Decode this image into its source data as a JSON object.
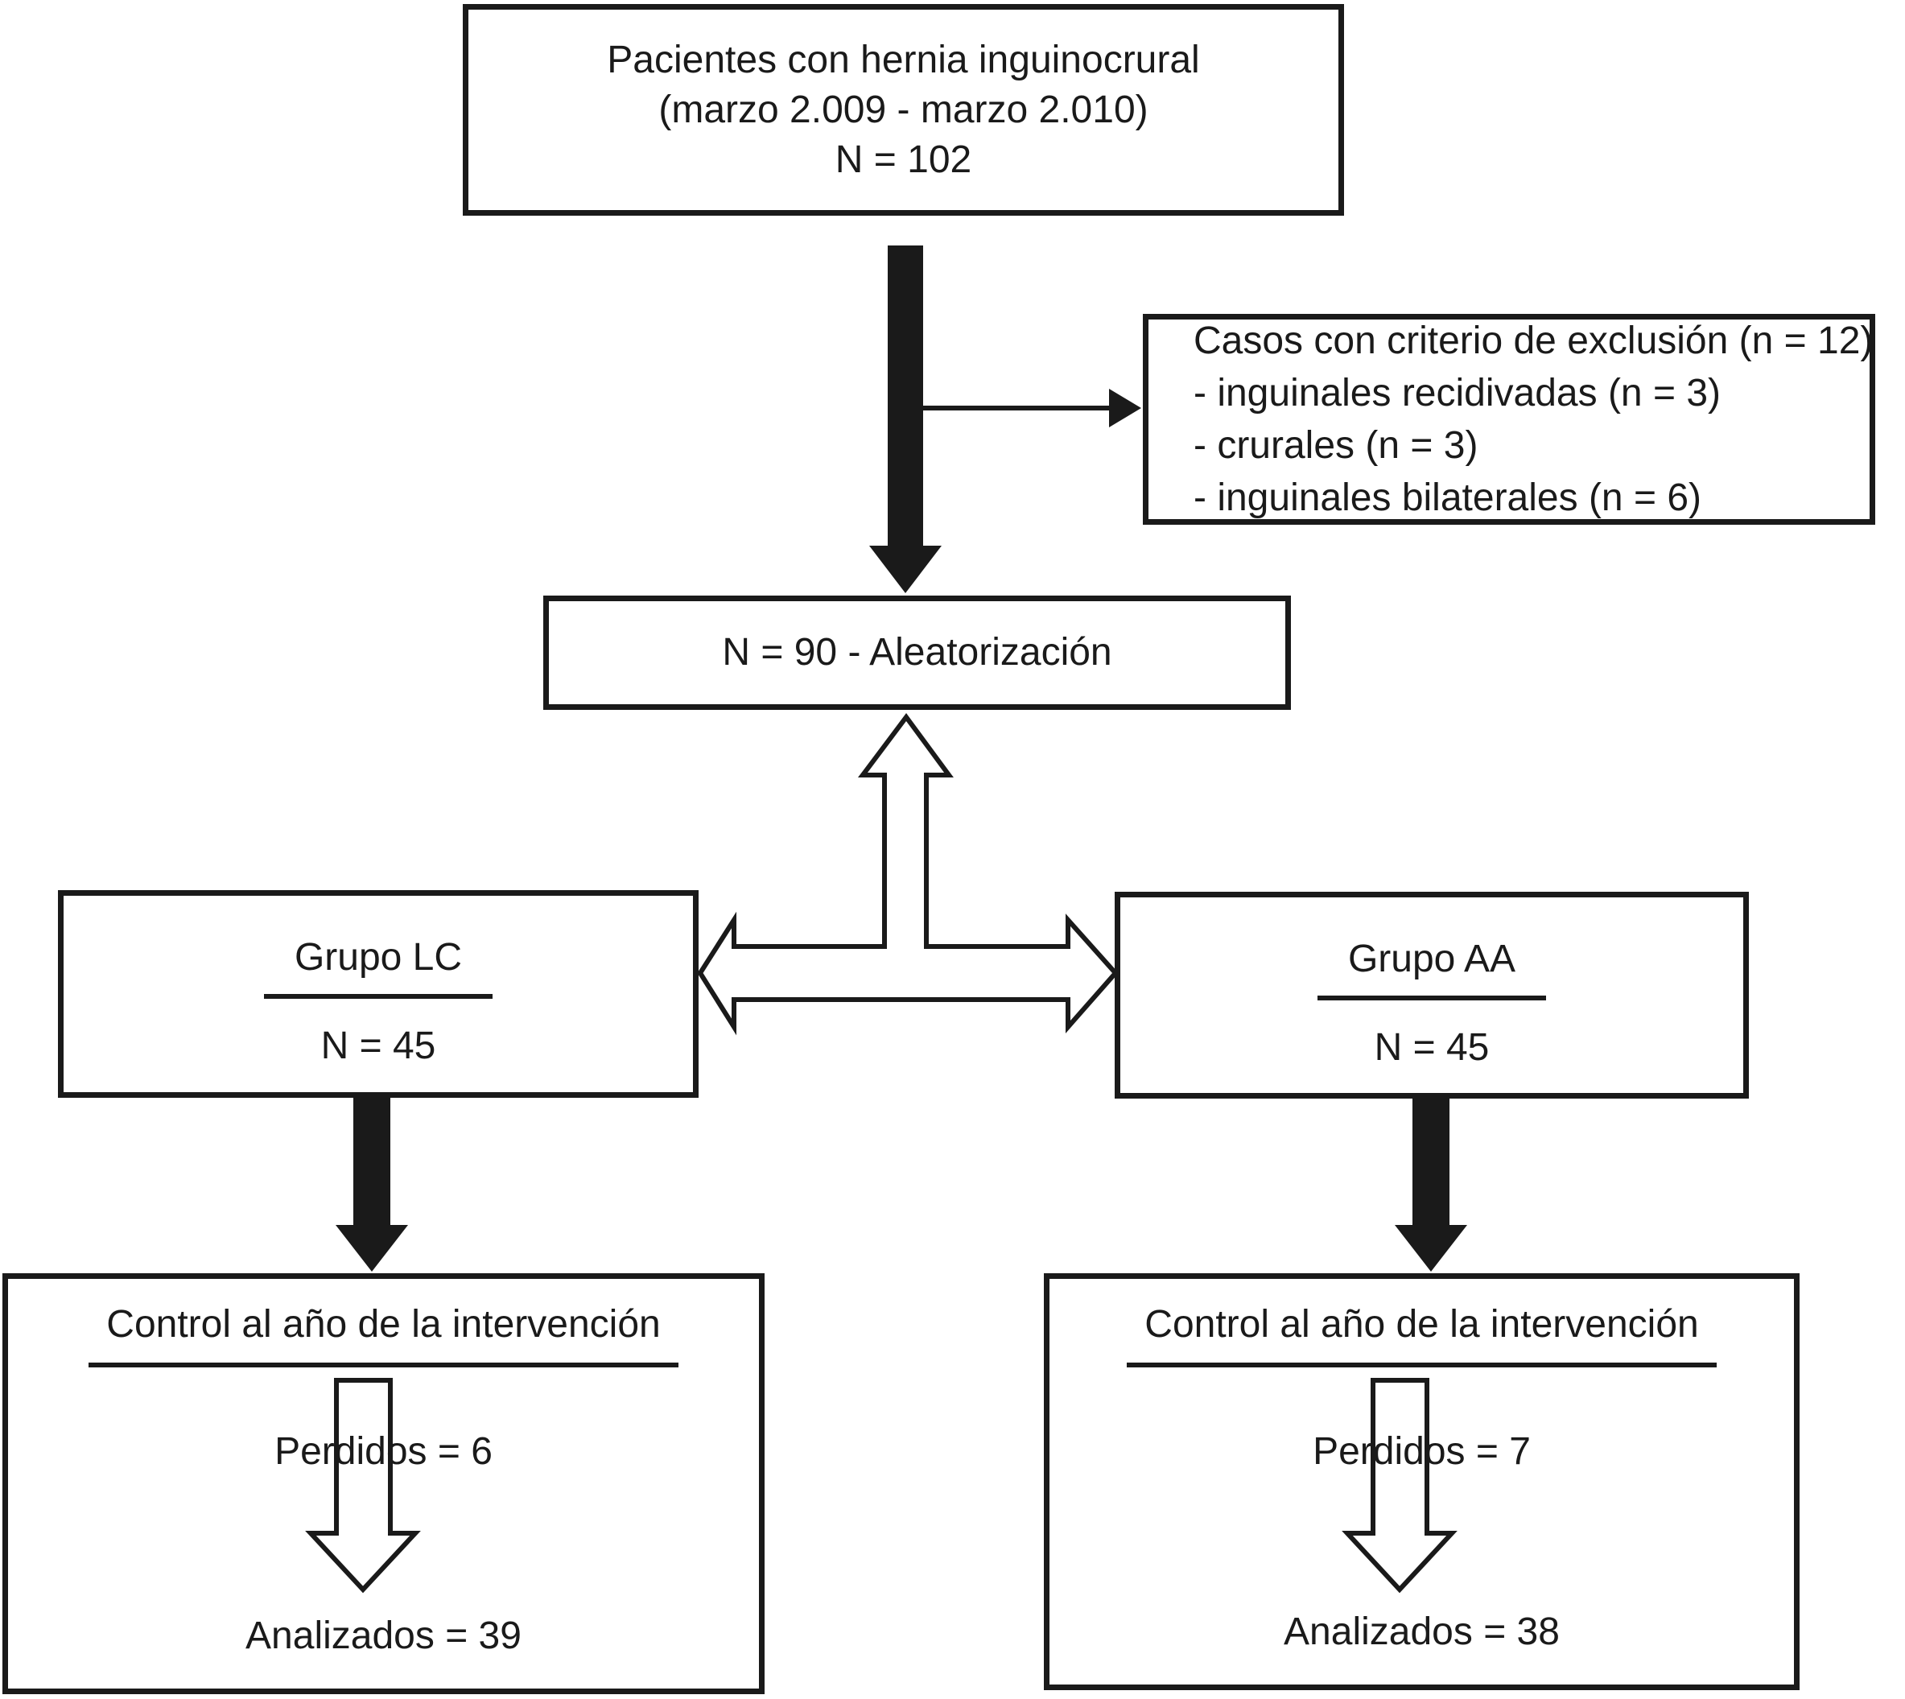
{
  "figure": {
    "type": "patient-flow-diagram",
    "language": "es"
  },
  "colors": {
    "ink": "#1a1a1a",
    "background": "#ffffff"
  },
  "icons": {
    "solid_down_arrow": "filled downward arrow connector",
    "exclusion_pointer_arrow": "thin right arrow connector",
    "three_way_split_arrow": "hollow up/left/right branching arrow",
    "hollow_down_arrow": "outlined downward arrow"
  },
  "top_box": {
    "lines": [
      "Pacientes con hernia inguinocrural",
      "(marzo 2.009 - marzo 2.010)",
      "N = 102"
    ]
  },
  "exclusion_box": {
    "title": "Casos con criterio de exclusión (n = 12)",
    "items": [
      "- inguinales recidivadas (n = 3)",
      "- crurales (n = 3)",
      "- inguinales bilaterales (n = 6)"
    ]
  },
  "randomization_box": {
    "label": "N = 90 - Aleatorización"
  },
  "group_lc": {
    "title": "Grupo LC",
    "n": "N = 45"
  },
  "group_aa": {
    "title": "Grupo AA",
    "n": "N = 45"
  },
  "control_lc": {
    "title": "Control al año de la intervención",
    "perdidos": "Perdidos = 6",
    "analizados": "Analizados = 39"
  },
  "control_aa": {
    "title": "Control al año de la intervención",
    "perdidos": "Perdidos = 7",
    "analizados": "Analizados = 38"
  }
}
